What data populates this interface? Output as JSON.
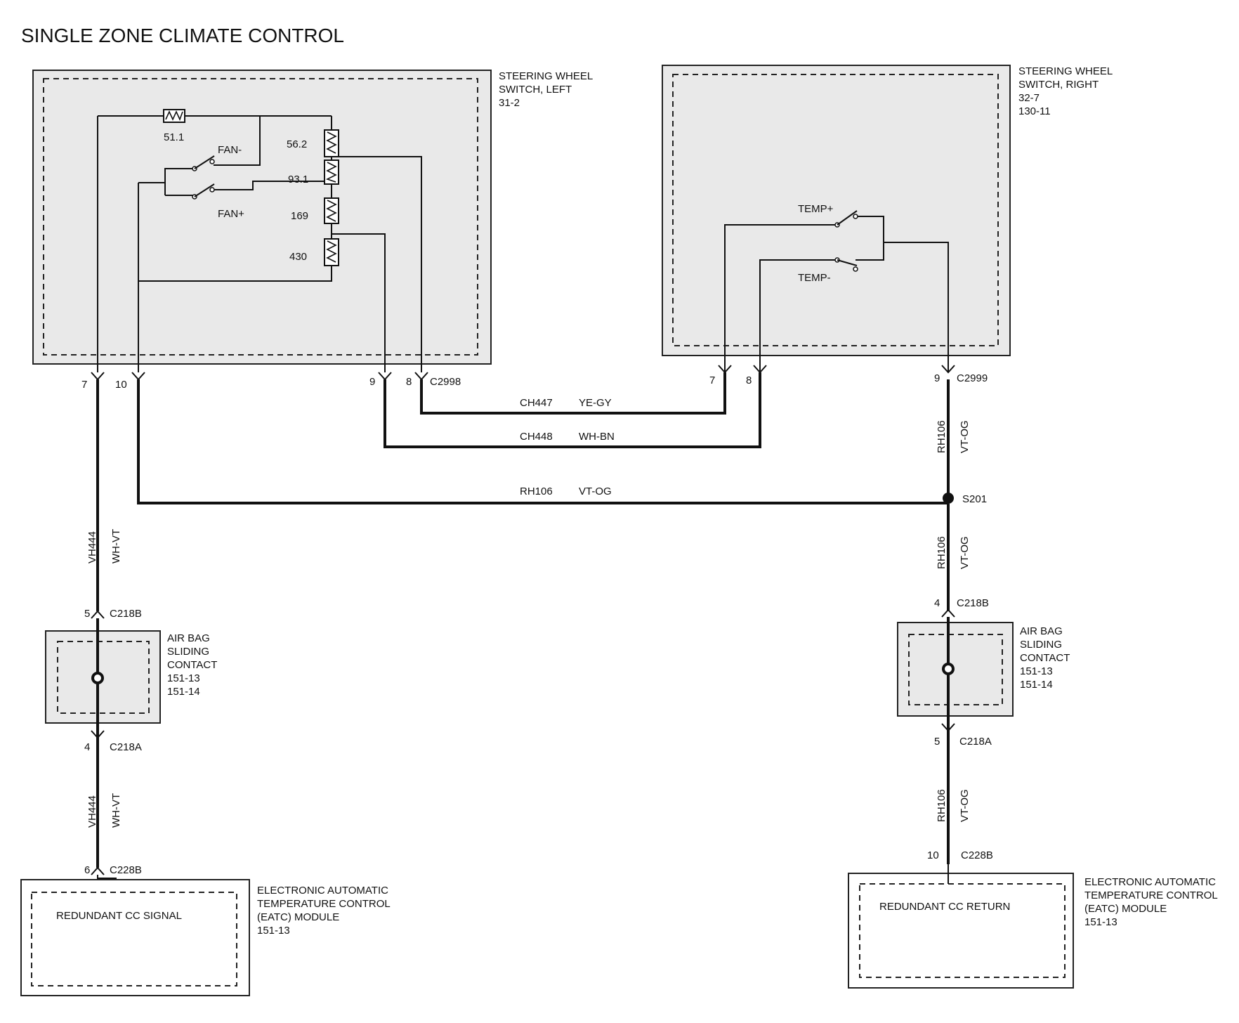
{
  "title": "SINGLE ZONE CLIMATE CONTROL",
  "components": {
    "sw_left": {
      "lines": [
        "STEERING WHEEL",
        "SWITCH, LEFT",
        "31-2"
      ]
    },
    "sw_right": {
      "lines": [
        "STEERING WHEEL",
        "SWITCH, RIGHT",
        "32-7",
        "130-11"
      ]
    },
    "airbag_left": {
      "lines": [
        "AIR BAG",
        "SLIDING",
        "CONTACT",
        "151-13",
        "151-14"
      ]
    },
    "airbag_right": {
      "lines": [
        "AIR BAG",
        "SLIDING",
        "CONTACT",
        "151-13",
        "151-14"
      ]
    },
    "eatc_left": {
      "lines": [
        "ELECTRONIC AUTOMATIC",
        "TEMPERATURE CONTROL",
        "(EATC) MODULE",
        "151-13"
      ],
      "inner_label": "REDUNDANT CC SIGNAL"
    },
    "eatc_right": {
      "lines": [
        "ELECTRONIC AUTOMATIC",
        "TEMPERATURE CONTROL",
        "(EATC) MODULE",
        "151-13"
      ],
      "inner_label": "REDUNDANT CC RETURN"
    }
  },
  "resistors": [
    "51.1",
    "56.2",
    "93.1",
    "169",
    "430"
  ],
  "switches": [
    "FAN-",
    "FAN+",
    "TEMP+",
    "TEMP-"
  ],
  "connectors": {
    "c2998": "C2998",
    "c2999": "C2999",
    "c218b_l": "C218B",
    "c218a_l": "C218A",
    "c228b_l": "C228B",
    "c218b_r": "C218B",
    "c218a_r": "C218A",
    "c228b_r": "C228B",
    "splice": "S201"
  },
  "pins": {
    "l7": "7",
    "l10": "10",
    "l9": "9",
    "l8": "8",
    "r7": "7",
    "r8": "8",
    "r9": "9",
    "ab_l_top": "5",
    "ab_l_bot": "4",
    "eatc_l": "6",
    "ab_r_top": "4",
    "ab_r_bot": "5",
    "eatc_r": "10"
  },
  "wires": {
    "ch447": {
      "circuit": "CH447",
      "color": "YE-GY"
    },
    "ch448": {
      "circuit": "CH448",
      "color": "WH-BN"
    },
    "rh106_h": {
      "circuit": "RH106",
      "color": "VT-OG"
    },
    "vh444_top": {
      "circuit": "VH444",
      "color": "WH-VT"
    },
    "vh444_bot": {
      "circuit": "VH444",
      "color": "WH-VT"
    },
    "rh106_v1": {
      "circuit": "RH106",
      "color": "VT-OG"
    },
    "rh106_v2": {
      "circuit": "RH106",
      "color": "VT-OG"
    },
    "rh106_v3": {
      "circuit": "RH106",
      "color": "VT-OG"
    }
  }
}
